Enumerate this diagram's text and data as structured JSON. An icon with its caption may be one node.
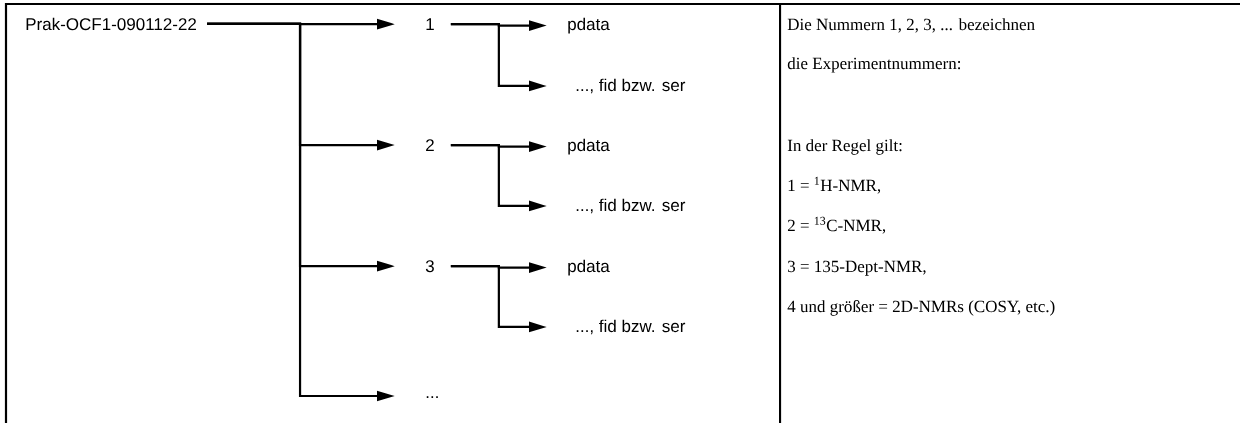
{
  "diagram": {
    "nodes": [
      {
        "text": [
          "Prak-OCF1-090112-22"
        ]
      },
      {
        "text": [
          "1"
        ]
      },
      {
        "text": [
          "pdata"
        ]
      },
      {
        "text": [
          "..., fid bzw. ser"
        ]
      },
      {
        "text": [
          "2"
        ]
      },
      {
        "text": [
          "pdata"
        ]
      },
      {
        "text": [
          "..., fid bzw. ser"
        ]
      },
      {
        "text": [
          "3"
        ]
      },
      {
        "text": [
          "pdata"
        ]
      },
      {
        "text": [
          "..., fid bzw. ser"
        ]
      },
      {
        "text": [
          "..."
        ]
      }
    ],
    "edges": [
      {
        "from": 0,
        "to": 1,
        "arrow": "to"
      },
      {
        "from": 1,
        "to": 2,
        "arrow": "to"
      },
      {
        "from": 1,
        "to": 3,
        "arrow": "to"
      },
      {
        "from": 0,
        "to": 4,
        "arrow": "to"
      },
      {
        "from": 4,
        "to": 5,
        "arrow": "to"
      },
      {
        "from": 4,
        "to": 6,
        "arrow": "to"
      },
      {
        "from": 0,
        "to": 7,
        "arrow": "to"
      },
      {
        "from": 7,
        "to": 8,
        "arrow": "to"
      },
      {
        "from": 7,
        "to": 9,
        "arrow": "to"
      },
      {
        "from": 0,
        "to": 10,
        "arrow": "to"
      }
    ],
    "labels": [
      "Die Nummern 1, 2, 3, ... bezeichnen",
      "die Experimentnummern:",
      "In der Regel gilt:",
      "1 = $^{1}$H-NMR,",
      "2 = $^{13}$C-NMR,",
      "3 = 135-Dept-NMR,",
      "4 und größer = 2D-NMRs (COSY, etc.)"
    ]
  }
}
